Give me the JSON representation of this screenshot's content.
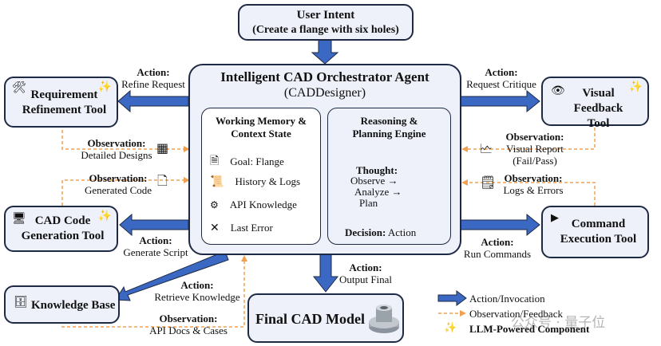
{
  "user_intent": {
    "title": "User Intent",
    "subtitle": "(Create a flange with six holes)"
  },
  "orchestrator": {
    "title": "Intelligent CAD Orchestrator Agent",
    "subtitle": "(CADDesigner)",
    "memory": {
      "title": "Working Memory & Context State",
      "items": [
        "Goal: Flange",
        "History & Logs",
        "API Knowledge",
        "Last Error"
      ]
    },
    "engine": {
      "title": "Reasoning & Planning Engine",
      "thought": "Thought:",
      "steps": [
        "Observe →",
        "Analyze →",
        "Plan"
      ],
      "decision_label": "Decision:",
      "decision_value": "Action"
    }
  },
  "tools": {
    "requirement": "Requirement Refinement Tool",
    "visual": "Visual Feedback Tool",
    "cad_code": "CAD Code Generation Tool",
    "command": "Command Execution Tool",
    "knowledge": "Knowledge Base",
    "final": "Final CAD Model"
  },
  "edges": {
    "refine": {
      "kind": "Action:",
      "text": "Refine Request"
    },
    "critique": {
      "kind": "Action:",
      "text": "Request Critique"
    },
    "detailed": {
      "kind": "Observation:",
      "text": "Detailed Designs"
    },
    "visual_report": {
      "kind": "Observation:",
      "text": "Visual Report",
      "text2": "(Fail/Pass)"
    },
    "generated": {
      "kind": "Observation:",
      "text": "Generated Code"
    },
    "logs": {
      "kind": "Observation:",
      "text": "Logs & Errors"
    },
    "generate": {
      "kind": "Action:",
      "text": "Generate Script"
    },
    "run": {
      "kind": "Action:",
      "text": "Run Commands"
    },
    "retrieve": {
      "kind": "Action:",
      "text": "Retrieve Knowledge"
    },
    "output": {
      "kind": "Action:",
      "text": "Output Final"
    },
    "api_docs": {
      "kind": "Observation:",
      "text": "API Docs & Cases"
    }
  },
  "legend": {
    "items": [
      "Action/Invocation",
      "Observation/Feedback",
      "LLM-Powered Component"
    ]
  },
  "watermark": "公众号 · 量子位",
  "colors": {
    "action": "#3a68c2",
    "observation": "#f0a050",
    "llm": "#f2c200",
    "box_border": "#1e2a44",
    "box_fill": "#eef1fa"
  }
}
